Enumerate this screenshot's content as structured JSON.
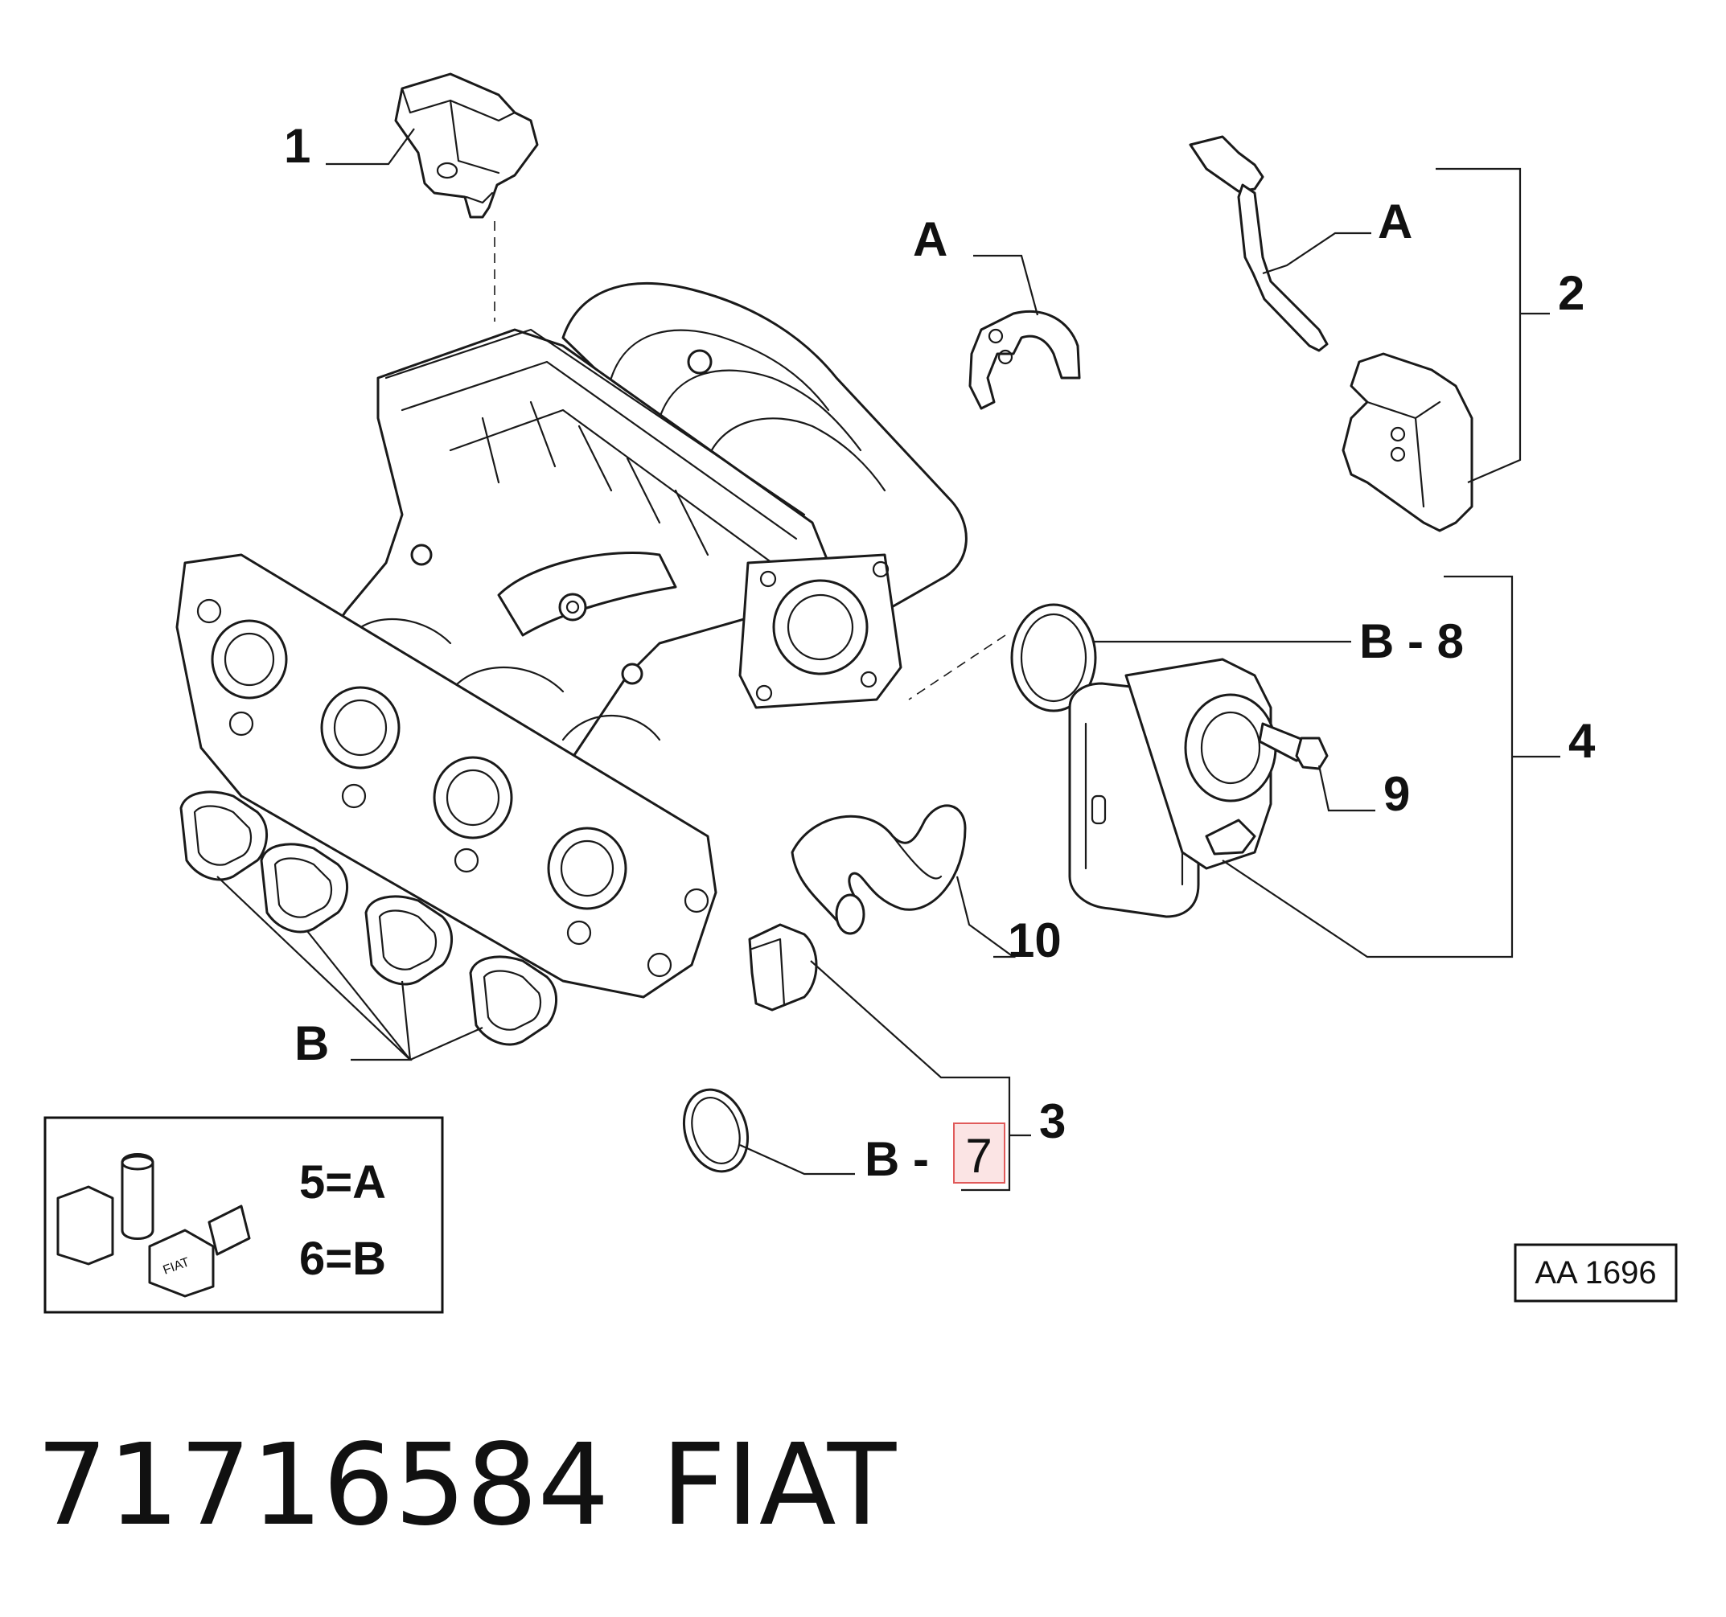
{
  "callouts": {
    "c1": "1",
    "c2": "2",
    "c3": "3",
    "c4": "4",
    "c9": "9",
    "c10": "10",
    "a_left": "A",
    "a_right": "A",
    "b8": "B - 8",
    "b_bottom": "B",
    "b_prefix": "B -",
    "highlight": "7"
  },
  "legend": {
    "line1": "5=A",
    "line2": "6=B",
    "logo_text": "FIAT"
  },
  "reference_code": "AA 1696",
  "footer": {
    "part_number": "71716584",
    "brand": "FIAT"
  },
  "colors": {
    "highlight_border": "#e05a5a",
    "highlight_fill": "#fbe4e4",
    "ink": "#111111"
  }
}
